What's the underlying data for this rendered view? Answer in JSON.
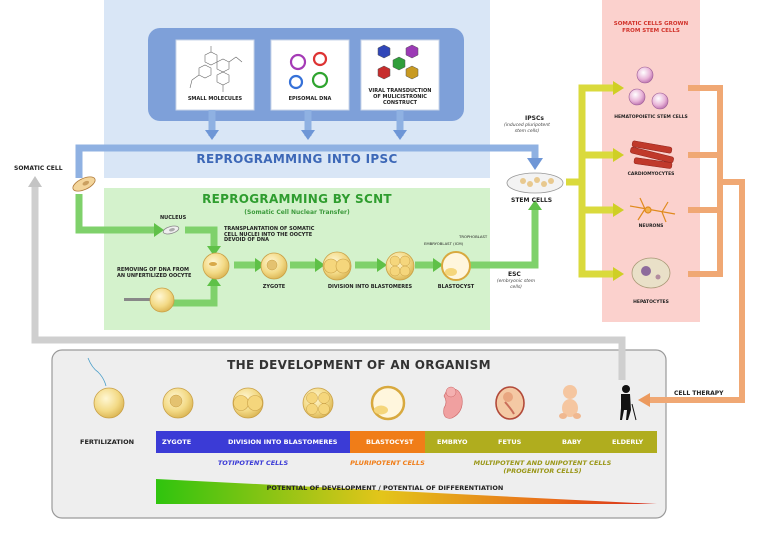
{
  "ipsc": {
    "heading": "REPROGRAMMING INTO IPSC",
    "methods": [
      "SMALL MOLECULES",
      "EPISOMAL DNA",
      "VIRAL TRANSDUCTION OF MULICISTRONIC CONSTRUCT"
    ],
    "ipscs_label": "IPSCs",
    "ipscs_note": "(induced pluripotent stem cells)"
  },
  "somatic_cell_label": "SOMATIC CELL",
  "scnt": {
    "heading": "REPROGRAMMING BY SCNT",
    "subheading": "(Somatic Cell Nuclear Transfer)",
    "nucleus_label": "NUCLEUS",
    "transplant_label": "TRANSPLANTATION OF SOMATIC CELL NUCLEI INTO THE OOCYTE DEVOID OF DNA",
    "removing_label": "REMOVING OF DNA FROM AN UNFERTILIZED OOCYTE",
    "zygote_label": "ZYGOTE",
    "division_label": "DIVISION INTO BLASTOMERES",
    "blastocyst_label": "BLASTOCYST",
    "embryoblast_label": "EMBRYOBLAST (ICM)",
    "trophoblast_label": "TROPHOBLAST"
  },
  "stem": {
    "label": "STEM CELLS",
    "esc_label": "ESC",
    "esc_note": "(embryonic stem cells)"
  },
  "somatic_grown": {
    "heading": "SOMATIC CELLS GROWN FROM STEM CELLS",
    "items": [
      "HEMATOPOIETIC STEM CELLS",
      "CARDIOMYOCYTES",
      "NEURONS",
      "HEPATOCYTES"
    ]
  },
  "cell_therapy_label": "CELL THERAPY",
  "development": {
    "heading": "THE DEVELOPMENT OF AN ORGANISM",
    "fertilization_label": "FERTILIZATION",
    "stages": [
      "ZYGOTE",
      "DIVISION INTO BLASTOMERES",
      "BLASTOCYST",
      "EMBRYO",
      "FETUS",
      "BABY",
      "ELDERLY"
    ],
    "categories": [
      "TOTIPOTENT CELLS",
      "PLURIPOTENT CELLS",
      "MULTIPOTENT AND UNIPOTENT CELLS",
      "(PROGENITOR CELLS)"
    ],
    "potential_label": "POTENTIAL OF DEVELOPMENT / POTENTIAL OF DIFFERENTIATION"
  },
  "colors": {
    "ipsc_bg": "#d6e4f6",
    "ipsc_methods_bg": "#7a9ed8",
    "scnt_bg": "#d2f2cc",
    "somatic_bg": "#fbd0cc",
    "totipotent": "#3b3bd6",
    "pluripotent": "#f07d18",
    "multipotent": "#b0ad1e",
    "arrow_blue": "#8fb1e2",
    "arrow_green": "#7fd16b",
    "arrow_yellow": "#dada3c",
    "arrow_orange": "#f0a874",
    "arrow_grey": "#cfcfcf"
  }
}
